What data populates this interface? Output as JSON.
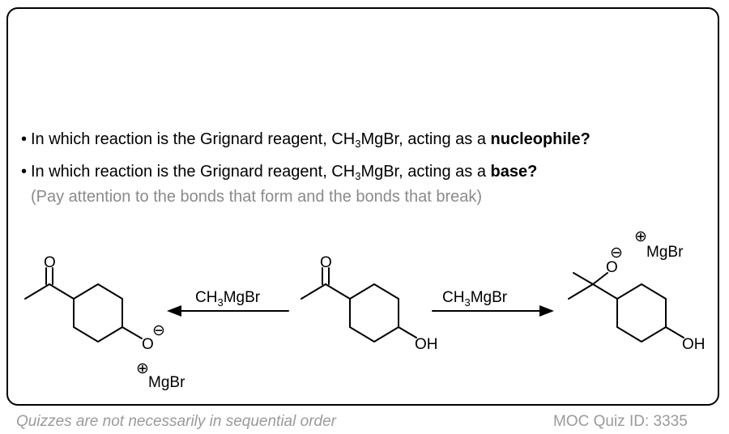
{
  "questions": [
    {
      "bullet": "•",
      "prefix": "In which reaction is the Grignard reagent, CH",
      "sub": "3",
      "middle": "MgBr, acting as a ",
      "emphasis": "nucleophile?"
    },
    {
      "bullet": "•",
      "prefix": "In which reaction is the Grignard reagent, CH",
      "sub": "3",
      "middle": "MgBr, acting as a ",
      "emphasis": "base?"
    }
  ],
  "hint": "(Pay attention to the bonds that form and the bonds that break)",
  "scheme": {
    "left_reagent": {
      "prefix": "CH",
      "sub": "3",
      "suffix": "MgBr"
    },
    "right_reagent": {
      "prefix": "CH",
      "sub": "3",
      "suffix": "MgBr"
    },
    "left_product": {
      "carbonyl_o": "O",
      "alkoxide_o": "O",
      "charge_minus": "⊖",
      "charge_plus": "⊕",
      "counterion": "MgBr"
    },
    "start_material": {
      "carbonyl_o": "O",
      "hydroxyl": "OH"
    },
    "right_product": {
      "alkoxide_o": "O",
      "charge_minus": "⊖",
      "charge_plus": "⊕",
      "counterion": "MgBr",
      "hydroxyl": "OH"
    }
  },
  "footer": {
    "note": "Quizzes are not necessarily in sequential order",
    "quiz_id": "MOC Quiz ID: 3335"
  }
}
